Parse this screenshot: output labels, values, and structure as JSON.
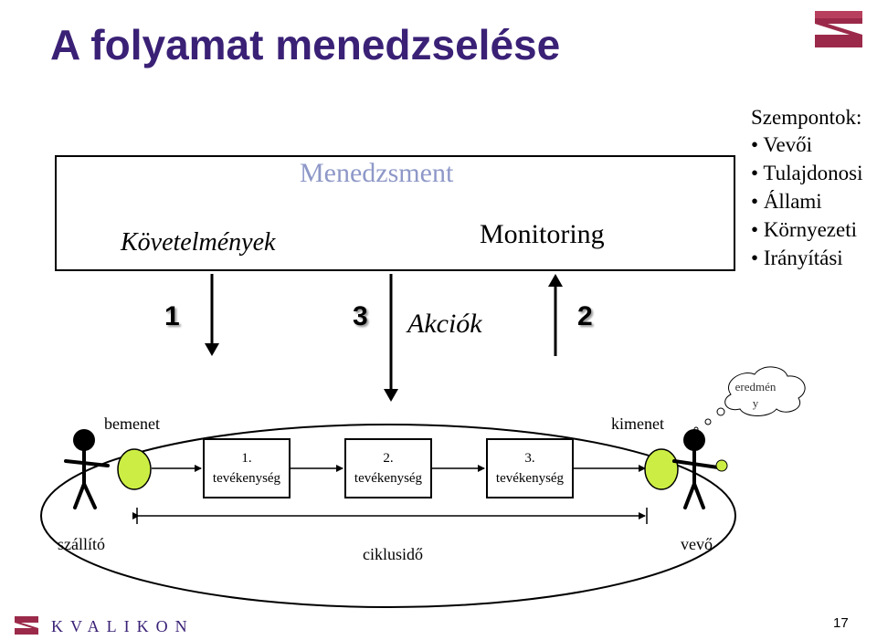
{
  "slide": {
    "title": "A folyamat menedzselése",
    "page_number": "17"
  },
  "management": {
    "title": "Menedzsment",
    "requirements": "Követelmények",
    "monitoring": "Monitoring"
  },
  "aspects": {
    "heading": "Szempontok:",
    "items": [
      "Vevői",
      "Tulajdonosi",
      "Állami",
      "Környezeti",
      "Irányítási"
    ]
  },
  "flow": {
    "n1": "1",
    "n2": "2",
    "n3": "3",
    "actions": "Akciók"
  },
  "process": {
    "input": "bemenet",
    "output": "kimenet",
    "result_line1": "eredmén",
    "result_line2": "y",
    "activities": [
      {
        "num": "1.",
        "text": "tevékenység"
      },
      {
        "num": "2.",
        "text": "tevékenység"
      },
      {
        "num": "3.",
        "text": "tevékenység"
      }
    ],
    "supplier": "szállító",
    "customer": "vevő",
    "cycle_time": "ciklusidő"
  },
  "footer": {
    "brand": "KVALIKON"
  },
  "colors": {
    "title": "#3a2176",
    "logo": "#9b2a4a",
    "ball": "#ccee44",
    "management_title": "#8e98c8"
  },
  "icons": {
    "logo": "s-shape-logo-icon",
    "person": "stick-figure-icon",
    "thought": "thought-cloud-icon"
  }
}
